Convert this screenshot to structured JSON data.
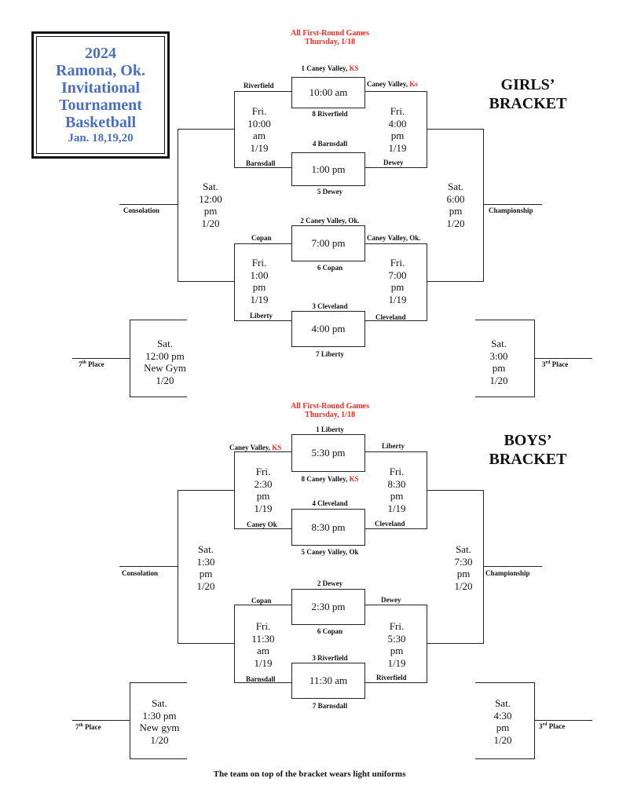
{
  "title": {
    "year": "2024",
    "line1": "Ramona, Ok.",
    "line2": "Invitational",
    "line3": "Tournament",
    "line4": "Basketball",
    "dates": "Jan. 18,19,20"
  },
  "footer": "The team on top of the bracket wears light uniforms",
  "girls": {
    "heading1": "GIRLS’",
    "heading2": "BRACKET",
    "first_round_line1": "All First-Round Games",
    "first_round_line2": "Thursday, 1/18",
    "g1": {
      "top": "1 Caney Valley, ",
      "top_ks": "KS",
      "time": "10:00 am",
      "bottom": "8 Riverfield"
    },
    "g2": {
      "top": "4 Barnsdall",
      "time": "1:00 pm",
      "bottom": "5 Dewey"
    },
    "g3": {
      "top": "2 Caney Valley, Ok.",
      "time": "7:00 pm",
      "bottom": "6 Copan"
    },
    "g4": {
      "top": "3 Cleveland",
      "time": "4:00 pm",
      "bottom": "7 Liberty"
    },
    "cons_top_upper": "Riverfield",
    "cons_top_lower": "Barnsdall",
    "cons_top_time": [
      "Fri.",
      "10:00",
      "am",
      "1/19"
    ],
    "cons_bot_upper": "Copan",
    "cons_bot_lower": "Liberty",
    "cons_bot_time": [
      "Fri.",
      "1:00",
      "pm",
      "1/19"
    ],
    "semi_top_upper": "Caney Valley, ",
    "semi_top_upper_ks": "Ks",
    "semi_top_lower": "Dewey",
    "semi_top_time": [
      "Fri.",
      "4:00",
      "pm",
      "1/19"
    ],
    "semi_bot_upper": "Caney Valley, Ok.",
    "semi_bot_lower": "Cleveland",
    "semi_bot_time": [
      "Fri.",
      "7:00",
      "pm",
      "1/19"
    ],
    "consolation_label": "Consolation",
    "consolation_time": [
      "Sat.",
      "12:00",
      "pm",
      "1/20"
    ],
    "championship_label": "Championship",
    "championship_time": [
      "Sat.",
      "6:00",
      "pm",
      "1/20"
    ],
    "seventh_label": "7",
    "seventh_sup": "th",
    "seventh_word": " Place",
    "seventh_time": [
      "Sat.",
      "12:00 pm",
      "New Gym",
      "1/20"
    ],
    "third_label": "3",
    "third_sup": "rd",
    "third_word": " Place",
    "third_time": [
      "Sat.",
      "3:00",
      "pm",
      "1/20"
    ]
  },
  "boys": {
    "heading1": "BOYS’",
    "heading2": "BRACKET",
    "first_round_line1": "All First-Round Games",
    "first_round_line2": "Thursday, 1/18",
    "g1": {
      "top": "1 Liberty",
      "time": "5:30 pm",
      "bottom": "8 Caney Valley, ",
      "bottom_ks": "KS"
    },
    "g2": {
      "top": "4 Cleveland",
      "time": "8:30 pm",
      "bottom": "5 Caney Valley, Ok"
    },
    "g3": {
      "top": "2 Dewey",
      "time": "2:30 pm",
      "bottom": "6 Copan"
    },
    "g4": {
      "top": "3 Riverfield",
      "time": "11:30 am",
      "bottom": "7 Barnsdall"
    },
    "cons_top_upper": "Caney Valley, ",
    "cons_top_upper_ks": "KS",
    "cons_top_lower": "Caney Ok",
    "cons_top_time": [
      "Fri.",
      "2:30",
      "pm",
      "1/19"
    ],
    "cons_bot_upper": "Copan",
    "cons_bot_lower": "Barnsdall",
    "cons_bot_time": [
      "Fri.",
      "11:30",
      "am",
      "1/19"
    ],
    "semi_top_upper": "Liberty",
    "semi_top_lower": "Cleveland",
    "semi_top_time": [
      "Fri.",
      "8:30",
      "pm",
      "1/19"
    ],
    "semi_bot_upper": "Dewey",
    "semi_bot_lower": "Riverfield",
    "semi_bot_time": [
      "Fri.",
      "5:30",
      "pm",
      "1/19"
    ],
    "consolation_label": "Consolation",
    "consolation_time": [
      "Sat.",
      "1:30",
      "pm",
      "1/20"
    ],
    "championship_label": "Championship",
    "championship_time": [
      "Sat.",
      "7:30",
      "pm",
      "1/20"
    ],
    "seventh_label": "7",
    "seventh_sup": "th",
    "seventh_word": " Place",
    "seventh_time": [
      "Sat.",
      "1:30 pm",
      "New gym",
      "1/20"
    ],
    "third_label": "3",
    "third_sup": "rd",
    "third_word": " Place",
    "third_time": [
      "Sat.",
      "4:30",
      "pm",
      "1/20"
    ]
  }
}
